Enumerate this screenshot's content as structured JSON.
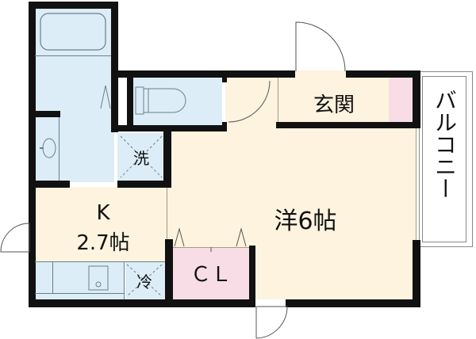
{
  "floor_plan": {
    "rooms": {
      "bath": {
        "label": ""
      },
      "toilet": {
        "label": ""
      },
      "washroom": {
        "label": "洗"
      },
      "entrance": {
        "label": "玄関"
      },
      "western_room": {
        "label": "洋6帖"
      },
      "kitchen": {
        "label_line1": "K",
        "label_line2": "2.7帖"
      },
      "fridge": {
        "label": "冷"
      },
      "closet": {
        "label": "ＣＬ"
      },
      "balcony": {
        "label": "バルコニー"
      }
    },
    "colors": {
      "wet_area": "#dcedf7",
      "living_area": "#fdf3df",
      "storage": "#f8dde6",
      "wall": "#111111"
    }
  }
}
